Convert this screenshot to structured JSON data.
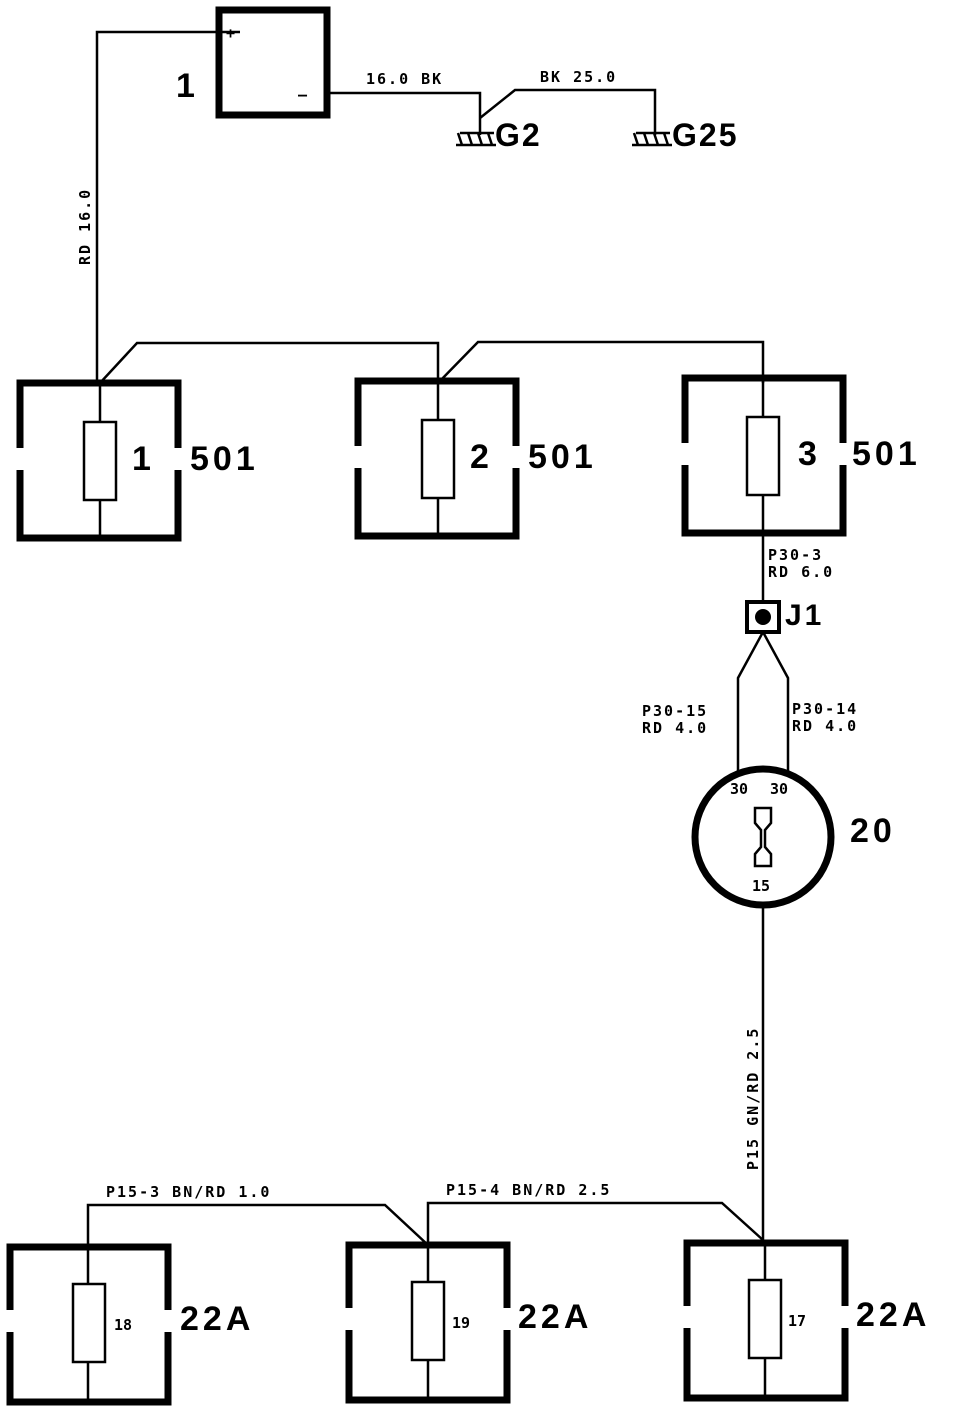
{
  "battery": {
    "label": "1",
    "plus": "+",
    "minus": "–"
  },
  "grounds": [
    {
      "label": "G2"
    },
    {
      "label": "G25"
    }
  ],
  "wires": {
    "batt_plus": "RD 16.0",
    "batt_minus": "16.0 BK",
    "ground_link": "BK 25.0",
    "fuse3_out_a": "P30-3",
    "fuse3_out_b": "RD 6.0",
    "sw_left_a": "P30-15",
    "sw_left_b": "RD 4.0",
    "sw_right_a": "P30-14",
    "sw_right_b": "RD 4.0",
    "sw_out": "P15 GN/RD 2.5",
    "bottom_left": "P15-3 BN/RD 1.0",
    "bottom_mid": "P15-4 BN/RD 2.5"
  },
  "top_fuses": [
    {
      "number": "1",
      "rating": "501"
    },
    {
      "number": "2",
      "rating": "501"
    },
    {
      "number": "3",
      "rating": "501"
    }
  ],
  "junction": {
    "label": "J1"
  },
  "ignition_switch": {
    "label": "20",
    "term_in_1": "30",
    "term_in_2": "30",
    "term_out": "15"
  },
  "bottom_fuses": [
    {
      "number": "18",
      "rating": "22A"
    },
    {
      "number": "19",
      "rating": "22A"
    },
    {
      "number": "17",
      "rating": "22A"
    }
  ]
}
